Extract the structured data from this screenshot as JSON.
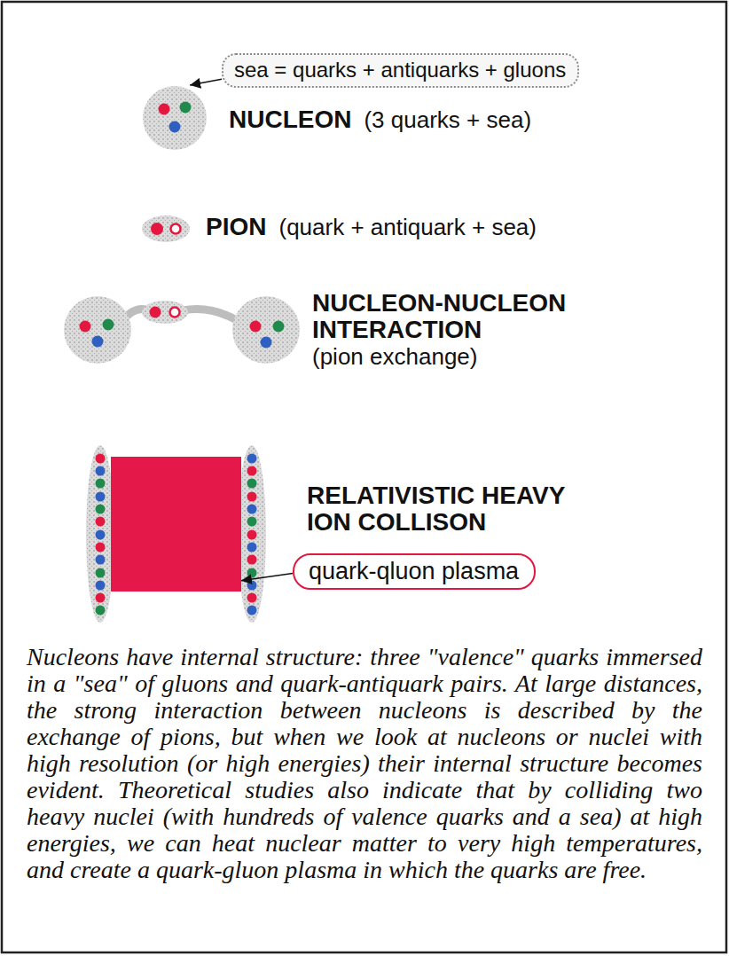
{
  "diagram": {
    "caption": "Nucleons have internal structure: three \"valence\" quarks immersed in a \"sea\" of gluons and quark-antiquark pairs. At large distances, the strong interaction between nucleons is described by the exchange of pions, but when we look at nucleons or nuclei with high resolution (or high energies) their internal structure becomes evident. Theoretical studies also indicate that by colliding two heavy nuclei (with hundreds of valence quarks and a sea) at high energies, we can heat nuclear matter to very high temperatures, and create a quark-gluon plasma in which the quarks are free.",
    "nodes": [
      {
        "text": [
          "sea = quarks + antiquarks + gluons"
        ]
      },
      {
        "text": [
          "NUCLEON",
          "(3 quarks + sea)"
        ]
      },
      {
        "text": [
          "PION",
          "(quark + antiquark + sea)"
        ]
      },
      {
        "text": [
          "NUCLEON-NUCLEON INTERACTION",
          "(pion exchange)"
        ]
      },
      {
        "text": [
          "RELATIVISTIC HEAVY ION COLLISON"
        ]
      },
      {
        "text": [
          "quark-qluon plasma"
        ]
      }
    ],
    "edges": [
      {
        "from": 0,
        "to": 1,
        "arrow": "to"
      },
      {
        "from": 5,
        "to": 4,
        "arrow": "to"
      }
    ]
  }
}
